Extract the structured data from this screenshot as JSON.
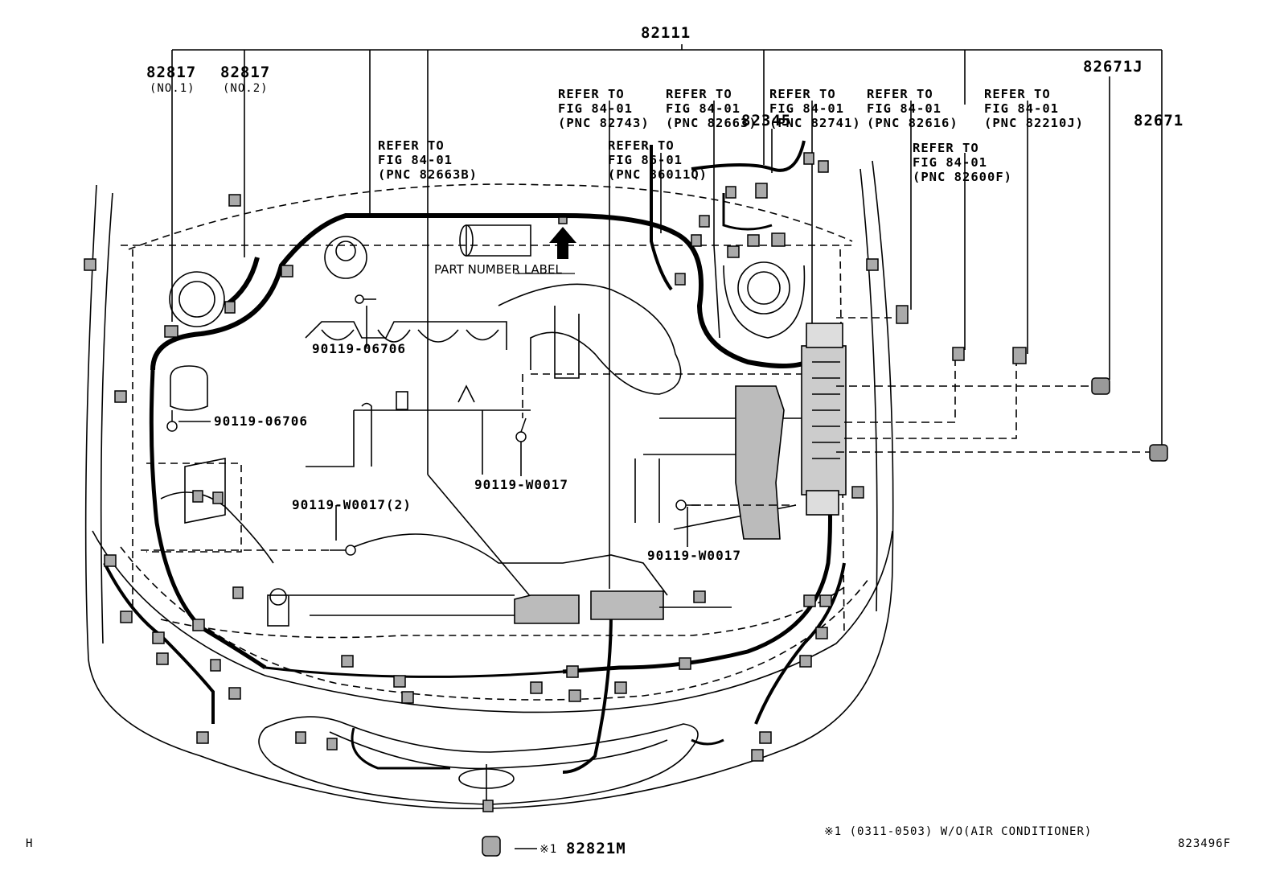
{
  "top_part": "82111",
  "parts": {
    "p82817_1": "82817",
    "p82817_1_sub": "(NO.1)",
    "p82817_2": "82817",
    "p82817_2_sub": "(NO.2)",
    "p82671J": "82671J",
    "p82671": "82671",
    "p82345": "82345",
    "p82821M": "82821M"
  },
  "refs": [
    {
      "line1": "REFER TO",
      "line2": "FIG 84-01",
      "line3": "(PNC 82663B)"
    },
    {
      "line1": "REFER TO",
      "line2": "FIG 84-01",
      "line3": "(PNC 82743)"
    },
    {
      "line1": "REFER TO",
      "line2": "FIG 84-01",
      "line3": "(PNC 82663)"
    },
    {
      "line1": "REFER TO",
      "line2": "FIG 86-01",
      "line3": "(PNC 86011Q)"
    },
    {
      "line1": "REFER TO",
      "line2": "FIG 84-01",
      "line3": "(PNC 82741)"
    },
    {
      "line1": "REFER TO",
      "line2": "FIG 84-01",
      "line3": "(PNC 82616)"
    },
    {
      "line1": "REFER TO",
      "line2": "FIG 84-01",
      "line3": "(PNC 82600F)"
    },
    {
      "line1": "REFER TO",
      "line2": "FIG 84-01",
      "line3": "(PNC 82210J)"
    }
  ],
  "bolts": {
    "b1": "90119-06706",
    "b2": "90119-06706",
    "b3": "90119-W0017",
    "b4": "90119-W0017(2)",
    "b5": "90119-W0017"
  },
  "part_number_label": "PART NUMBER LABEL",
  "footnote_mark": "※1",
  "footnote": "※1 (0311-0503) W/O(AIR CONDITIONER)",
  "corner_left": "H",
  "corner_right": "823496F"
}
